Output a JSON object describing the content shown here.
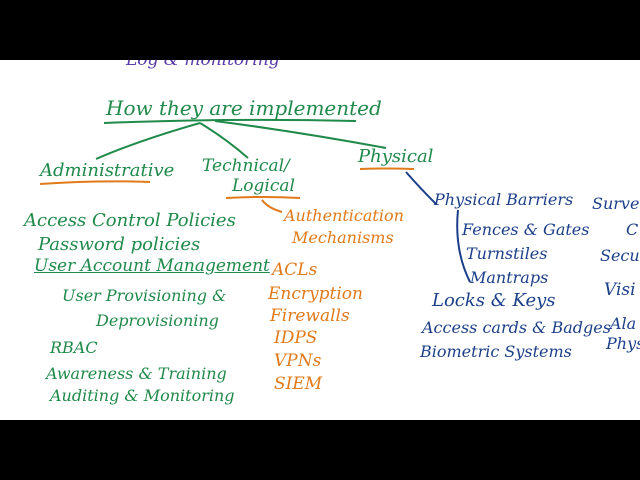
{
  "colors": {
    "green": "#1f8a4a",
    "orange": "#e07a1a",
    "blue": "#1c3f8a",
    "purple": "#5a3aa8",
    "background": "#ffffff"
  },
  "diagram": {
    "cut_top": "Log & monitoring",
    "root": "How they are implemented",
    "branches": {
      "administrative": {
        "title": "Administrative",
        "items": [
          "Access Control Policies",
          "Password policies",
          "User Account Management",
          "User Provisioning &",
          "Deprovisioning",
          "RBAC",
          "Awareness & Training",
          "Auditing & Monitoring"
        ]
      },
      "technical": {
        "title_line1": "Technical/",
        "title_line2": "Logical",
        "sub_line1": "Authentication",
        "sub_line2": "Mechanisms",
        "items": [
          "ACLs",
          "Encryption",
          "Firewalls",
          "IDPS",
          "VPNs",
          "SIEM"
        ]
      },
      "physical": {
        "title": "Physical",
        "barriers": "Physical Barriers",
        "barrier_items": [
          "Fences & Gates",
          "Turnstiles",
          "Mantraps"
        ],
        "items": [
          "Locks & Keys",
          "Access cards & Badges",
          "Biometric Systems"
        ],
        "right_cut": [
          "Surveil",
          "C",
          "Securi",
          "Visi",
          "Ala",
          "Physi"
        ]
      }
    }
  }
}
